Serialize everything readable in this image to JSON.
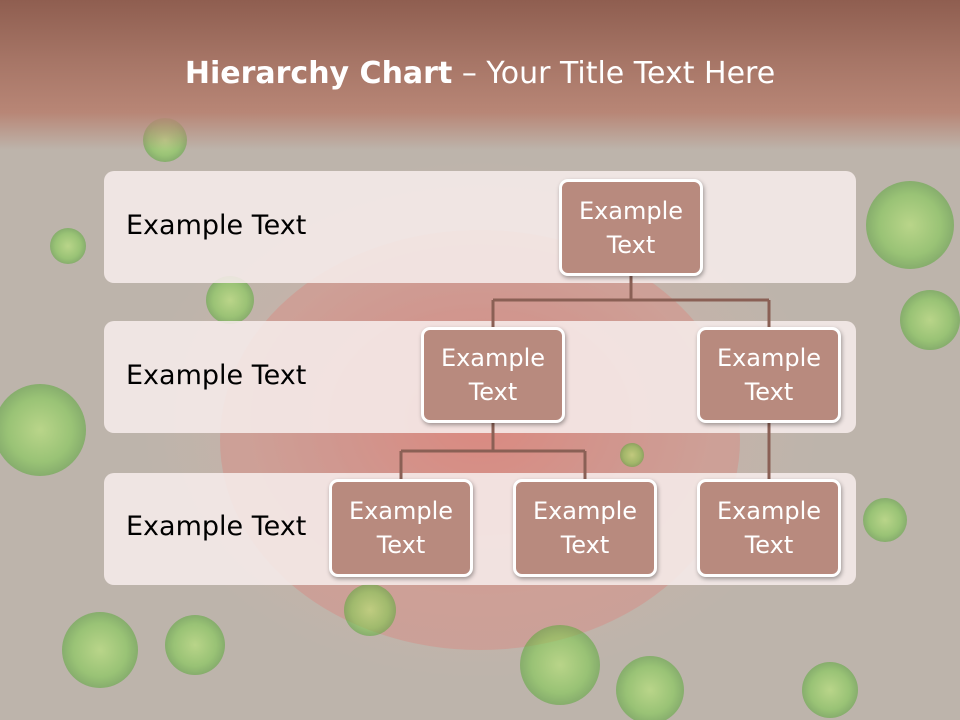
{
  "title": {
    "bold": "Hierarchy Chart",
    "separator": " – ",
    "rest": "Your Title Text Here"
  },
  "levels": [
    {
      "label": "Example Text"
    },
    {
      "label": "Example Text"
    },
    {
      "label": "Example Text"
    }
  ],
  "nodes": {
    "root": "Example\nText",
    "l2_left": "Example\nText",
    "l2_right": "Example\nText",
    "l3_a": "Example\nText",
    "l3_b": "Example\nText",
    "l3_c": "Example\nText"
  },
  "colors": {
    "header": "#a67566",
    "node_fill": "#b88a7e",
    "connector": "#8a6055",
    "band": "#f6eceа"
  }
}
